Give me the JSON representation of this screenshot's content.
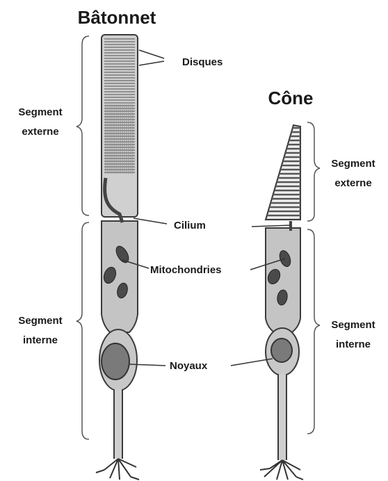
{
  "titles": {
    "rod": "Bâtonnet",
    "cone": "Cône"
  },
  "labels": {
    "disks": "Disques",
    "cilium": "Cilium",
    "mitochondria": "Mitochondries",
    "nuclei": "Noyaux"
  },
  "rod_regions": {
    "outer_line1": "Segment",
    "outer_line2": "externe",
    "inner_line1": "Segment",
    "inner_line2": "interne"
  },
  "cone_regions": {
    "outer_line1": "Segment",
    "outer_line2": "externe",
    "inner_line1": "Segment",
    "inner_line2": "interne"
  },
  "colors": {
    "cell_fill": "#c9c9c9",
    "cell_stroke": "#3a3a3a",
    "nucleus_fill": "#7a7a7a",
    "mitochondria_fill": "#4a4a4a",
    "text": "#1a1a1a"
  }
}
